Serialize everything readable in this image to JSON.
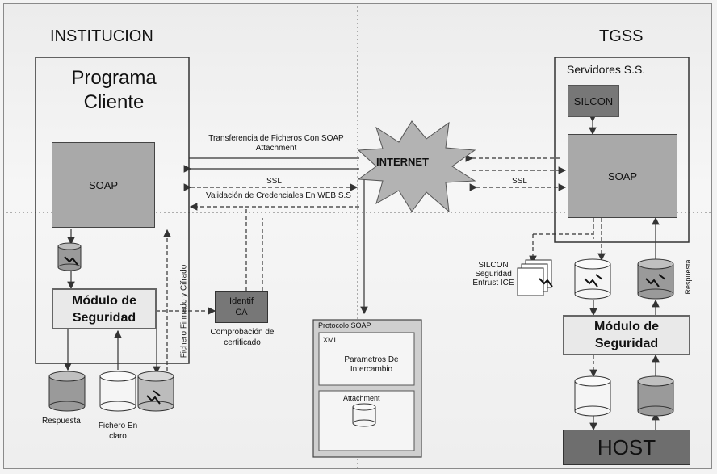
{
  "left_section": {
    "title": "INSTITUCION",
    "client_program": "Programa Cliente",
    "soap_label": "SOAP",
    "security_module": "Módulo de Seguridad",
    "signing_label": "Fichero Firmado y Cifrado",
    "db_response_label": "Respuesta",
    "db_plain_file_label": "Fichero En claro"
  },
  "right_section": {
    "title": "TGSS",
    "servers_label": "Servidores S.S.",
    "silcon_label": "SILCON",
    "soap_label": "SOAP",
    "silcon_secure_label": "SILCON Seguridad Entrust ICE",
    "response_label": "Respuesta",
    "security_module": "Módulo de Seguridad",
    "host_label": "HOST"
  },
  "center": {
    "internet_label": "INTERNET",
    "transfer_label": "Transferencia de Ficheros Con SOAP Attachment",
    "ssl_left": "SSL",
    "ssl_right": "SSL",
    "validation_label": "Validación de Credenciales En WEB S.S",
    "ca_label": "Identif CA",
    "cert_check_label": "Comprobación de certificado"
  },
  "protocol_box": {
    "title": "Protocolo SOAP",
    "xml_label": "XML",
    "params_label": "Parametros De Intercambio",
    "attachment_label": "Attachment"
  }
}
